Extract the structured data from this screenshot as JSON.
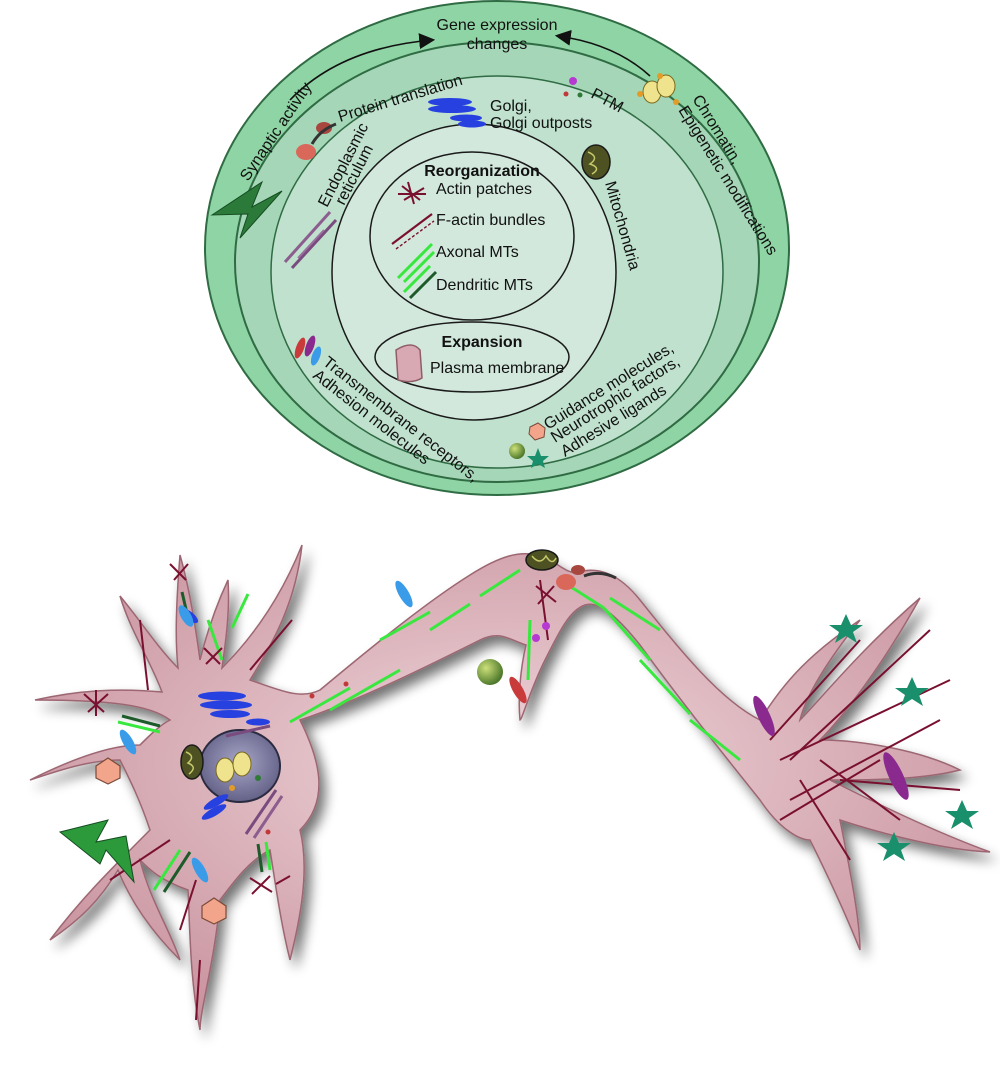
{
  "diagram": {
    "top_label": {
      "line1": "Gene expression",
      "line2": "changes"
    },
    "outer_ring": {
      "left_label": "Synaptic activity",
      "right_label_line1": "Chromatin,",
      "right_label_line2": "Epigenetic modifications"
    },
    "second_ring": {
      "top_label": "Protein translation",
      "ptm_label": "PTM"
    },
    "organelles": {
      "golgi_line1": "Golgi,",
      "golgi_line2": "Golgi outposts",
      "er_line1": "Endoplasmic",
      "er_line2": "reticulum",
      "mito": "Mitochondria",
      "receptors_line1": "Transmembrane receptors,",
      "receptors_line2": "Adhesion molecules",
      "guidance_line1": "Guidance molecules,",
      "guidance_line2": "Neurotrophic factors,",
      "guidance_line3": "Adhesive ligands"
    },
    "reorganization": {
      "title": "Reorganization",
      "items": [
        "Actin patches",
        "F-actin bundles",
        "Axonal MTs",
        "Dendritic MTs"
      ]
    },
    "expansion": {
      "title": "Expansion",
      "item": "Plasma membrane"
    },
    "colors": {
      "outer_ring": "#8fd4a4",
      "ring_stroke": "#2f6b43",
      "second_ring": "#a6d6b8",
      "inner_fill": "#bfe1cd",
      "core_fill": "#d2e8dc",
      "membrane": "#d8a9b2",
      "membrane_shadow": "#9a9a9a",
      "actin": "#7a1030",
      "axonal_mt": "#39e83f",
      "dendritic_mt": "#1d5c2a",
      "golgi": "#2740e0",
      "mito": "#4e5222",
      "nucleus": "#7a78a0",
      "teal_star": "#1a8f6c",
      "purple_receptor": "#8a2a8e",
      "blue_receptor": "#3a9be8"
    }
  }
}
